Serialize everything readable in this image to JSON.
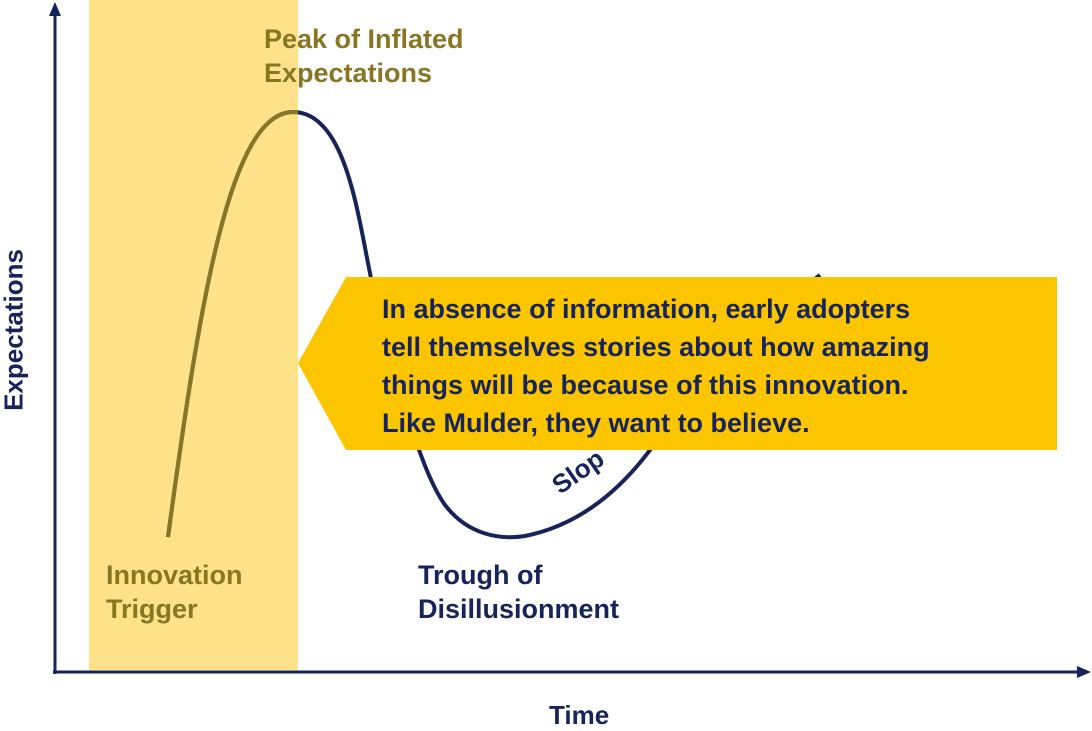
{
  "labels": {
    "peak": [
      "Peak of Inflated",
      "Expectations"
    ],
    "trigger": [
      "Innovation",
      "Trigger"
    ],
    "trough": [
      "Trough of",
      "Disillusionment"
    ],
    "slope_partial": "Slop"
  },
  "axes": {
    "y_title": "Expectations",
    "x_title": "Time"
  },
  "callout": {
    "lines": [
      "In absence of information, early adopters",
      "tell themselves stories about how amazing",
      "things will be because of this innovation.",
      "Like Mulder, they want to believe."
    ]
  },
  "colors": {
    "navy": "#17245a",
    "olive": "#877623",
    "highlight_band": "#fde28a",
    "callout_fill": "#fbc500",
    "curve_in_band": "#877623"
  }
}
